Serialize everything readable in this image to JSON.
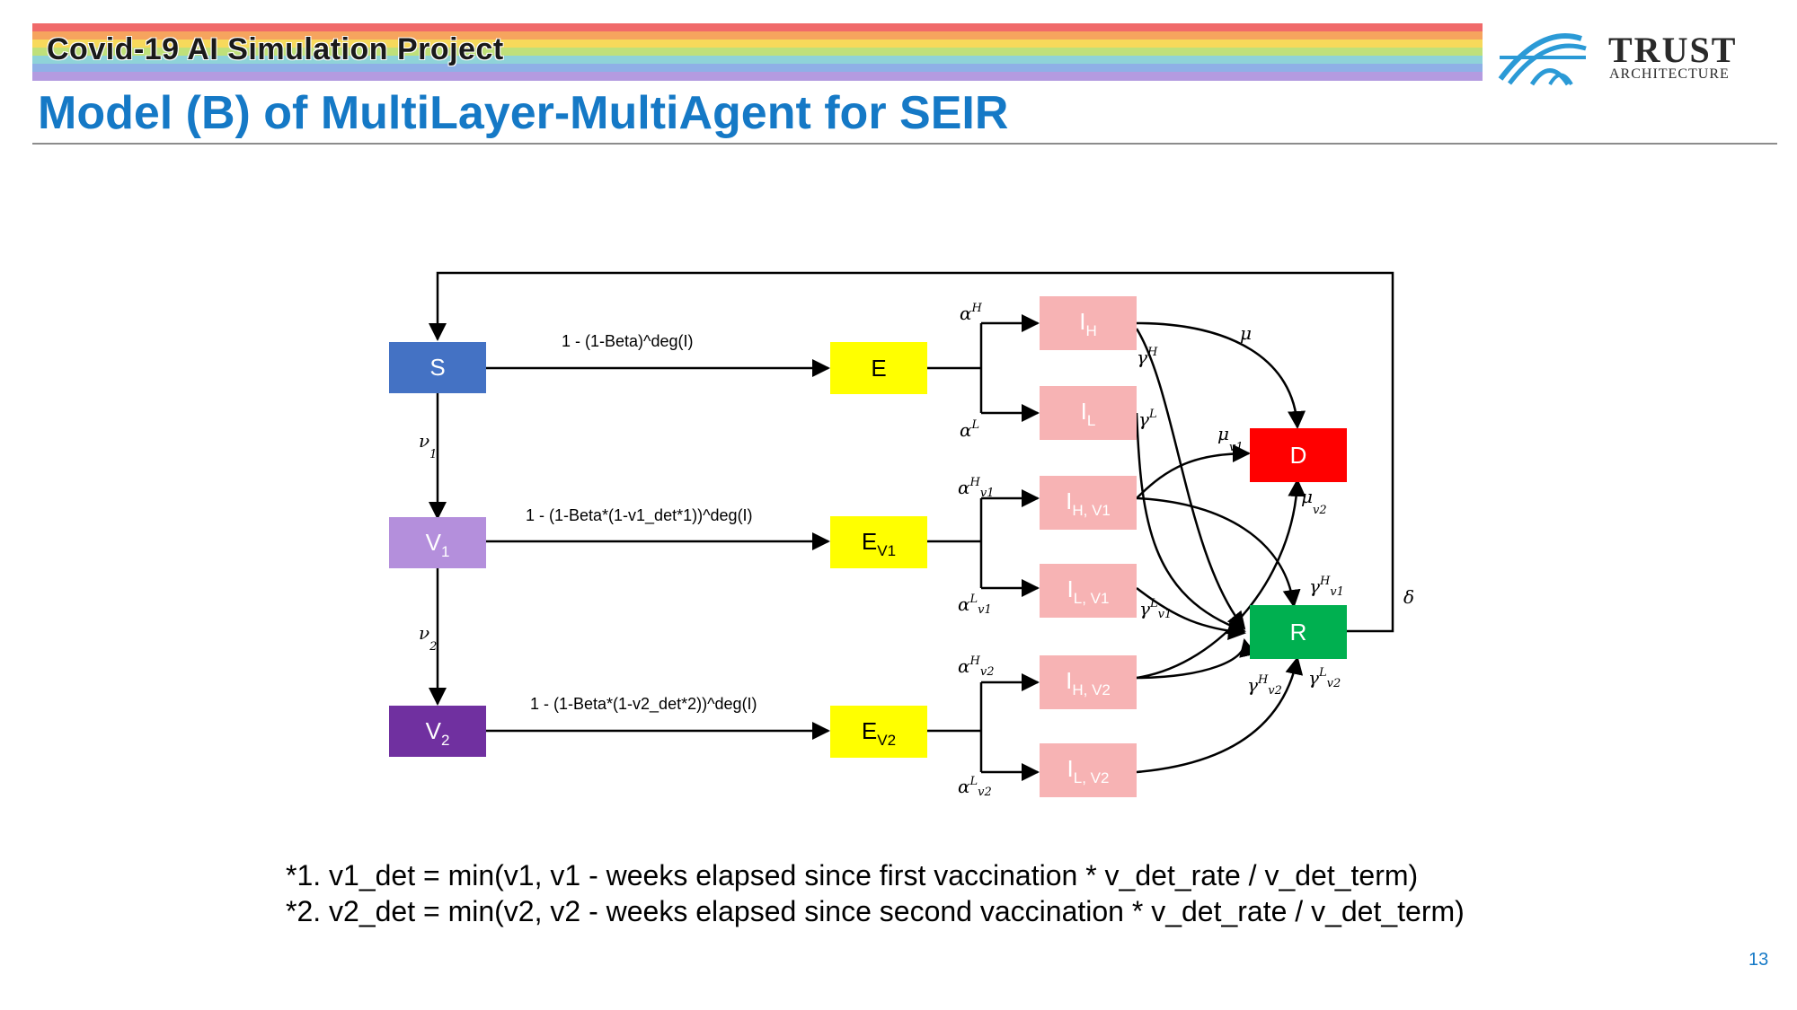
{
  "header": {
    "project_title": "Covid-19 AI Simulation Project",
    "slide_title": "Model (B) of MultiLayer-MultiAgent for SEIR",
    "logo_word": "TRUST",
    "logo_sub": "ARCHITECTURE"
  },
  "diagram": {
    "nodes": {
      "S": {
        "label": "S",
        "sub": "",
        "fill": "#4472c4",
        "text_color": "#ffffff"
      },
      "V1": {
        "label": "V",
        "sub": "1",
        "fill": "#b48fdc",
        "text_color": "#ffffff"
      },
      "V2": {
        "label": "V",
        "sub": "2",
        "fill": "#7030a0",
        "text_color": "#ffffff"
      },
      "E": {
        "label": "E",
        "sub": "",
        "fill": "#ffff00",
        "text_color": "#000000"
      },
      "EV1": {
        "label": "E",
        "sub": "V1",
        "fill": "#ffff00",
        "text_color": "#000000"
      },
      "EV2": {
        "label": "E",
        "sub": "V2",
        "fill": "#ffff00",
        "text_color": "#000000"
      },
      "IH": {
        "label": "I",
        "sub": "H",
        "fill": "#f7b3b4",
        "text_color": "#ffffff"
      },
      "IL": {
        "label": "I",
        "sub": "L",
        "fill": "#f7b3b4",
        "text_color": "#ffffff"
      },
      "IHV1": {
        "label": "I",
        "sub": "H, V1",
        "fill": "#f7b3b4",
        "text_color": "#ffffff"
      },
      "ILV1": {
        "label": "I",
        "sub": "L, V1",
        "fill": "#f7b3b4",
        "text_color": "#ffffff"
      },
      "IHV2": {
        "label": "I",
        "sub": "H, V2",
        "fill": "#f7b3b4",
        "text_color": "#ffffff"
      },
      "ILV2": {
        "label": "I",
        "sub": "L, V2",
        "fill": "#f7b3b4",
        "text_color": "#ffffff"
      },
      "D": {
        "label": "D",
        "sub": "",
        "fill": "#ff0000",
        "text_color": "#ffffff"
      },
      "R": {
        "label": "R",
        "sub": "",
        "fill": "#00b050",
        "text_color": "#ffffff"
      }
    },
    "edge_labels": {
      "s_to_e": "1 - (1-Beta)^deg(I)",
      "v1_to_ev1": "1 - (1-Beta*(1-v1_det*1))^deg(I)",
      "v2_to_ev2": "1 - (1-Beta*(1-v2_det*2))^deg(I)"
    },
    "greek_labels": {
      "nu1": {
        "sym": "ν",
        "sub": "1",
        "sup": ""
      },
      "nu2": {
        "sym": "ν",
        "sub": "2",
        "sup": ""
      },
      "alphaH": {
        "sym": "α",
        "sub": "",
        "sup": "H"
      },
      "alphaL": {
        "sym": "α",
        "sub": "",
        "sup": "L"
      },
      "alphaHv1": {
        "sym": "α",
        "sub": "v1",
        "sup": "H"
      },
      "alphaLv1": {
        "sym": "α",
        "sub": "v1",
        "sup": "L"
      },
      "alphaHv2": {
        "sym": "α",
        "sub": "v2",
        "sup": "H"
      },
      "alphaLv2": {
        "sym": "α",
        "sub": "v2",
        "sup": "L"
      },
      "gammaH": {
        "sym": "γ",
        "sub": "",
        "sup": "H"
      },
      "gammaL": {
        "sym": "γ",
        "sub": "",
        "sup": "L"
      },
      "gammaHv1": {
        "sym": "γ",
        "sub": "v1",
        "sup": "H"
      },
      "gammaLv1": {
        "sym": "γ",
        "sub": "v1",
        "sup": "L"
      },
      "gammaHv2": {
        "sym": "γ",
        "sub": "v2",
        "sup": "H"
      },
      "gammaLv2": {
        "sym": "γ",
        "sub": "v2",
        "sup": "L"
      },
      "mu": {
        "sym": "μ",
        "sub": "",
        "sup": ""
      },
      "muv1": {
        "sym": "μ",
        "sub": "v1",
        "sup": ""
      },
      "muv2": {
        "sym": "μ",
        "sub": "v2",
        "sup": ""
      },
      "delta": {
        "sym": "δ",
        "sub": "",
        "sup": ""
      }
    }
  },
  "footnotes": [
    "*1. v1_det = min(v1, v1 - weeks elapsed since first vaccination * v_det_rate / v_det_term)",
    "*2. v2_det = min(v2, v2 - weeks elapsed since second vaccination * v_det_rate / v_det_term)"
  ],
  "page_number": "13"
}
